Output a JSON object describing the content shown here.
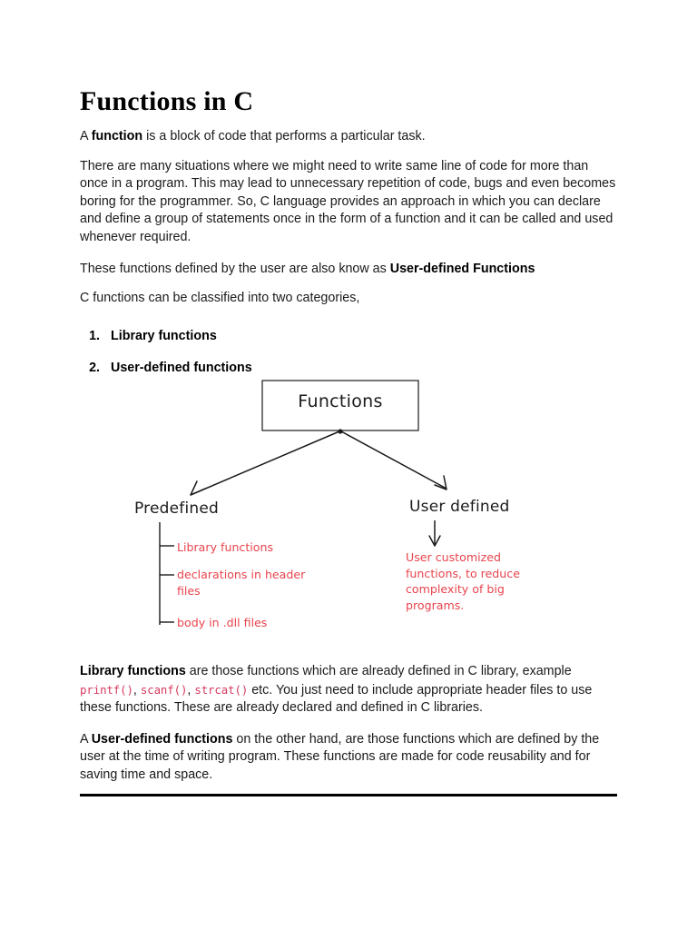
{
  "document": {
    "title": "Functions in C",
    "intro_paragraphs": [
      {
        "lead_bold_prefix": "A ",
        "bold": "function",
        "rest": " is a block of code that performs a particular task."
      }
    ],
    "paragraph_long": "There are many situations where we might need to write same line of code for more than once in a program. This may lead to unnecessary repetition of code, bugs and even becomes boring for the programmer. So, C language provides an approach in which you can declare and define a group of statements once in the form of a function and it can be called and used whenever required.",
    "paragraph_userdefined_prefix": "These functions defined by the user are also know as ",
    "paragraph_userdefined_bold": "User-defined Functions",
    "paragraph_categories": "C functions can be classified into two categories,",
    "category_list": [
      "Library functions",
      "User-defined functions"
    ],
    "closing": {
      "library_bold": "Library functions",
      "library_text_1": " are those functions which are already defined in C library, example ",
      "code_1": "printf()",
      "sep_1": ", ",
      "code_2": "scanf()",
      "sep_2": ", ",
      "code_3": "strcat()",
      "library_text_2": " etc. You just need to include appropriate header files to use these functions. These are already declared and defined in C libraries.",
      "user_prefix": "A ",
      "user_bold": "User-defined functions",
      "user_text": " on the other hand, are those functions which are defined by the user at the time of writing program. These functions are made for code reusability and for saving time and space."
    }
  },
  "diagram": {
    "root_box_label": "Functions",
    "branch_left_label": "Predefined",
    "branch_right_label": "User defined",
    "left_items": [
      "Library functions",
      "declarations in header files",
      "body in .dll files"
    ],
    "right_note": "User customized functions, to reduce complexity of big programs.",
    "colors": {
      "annotation_red": "#e8444d",
      "code_pink": "#d63a5e",
      "line_black": "#1a1a1a"
    }
  }
}
